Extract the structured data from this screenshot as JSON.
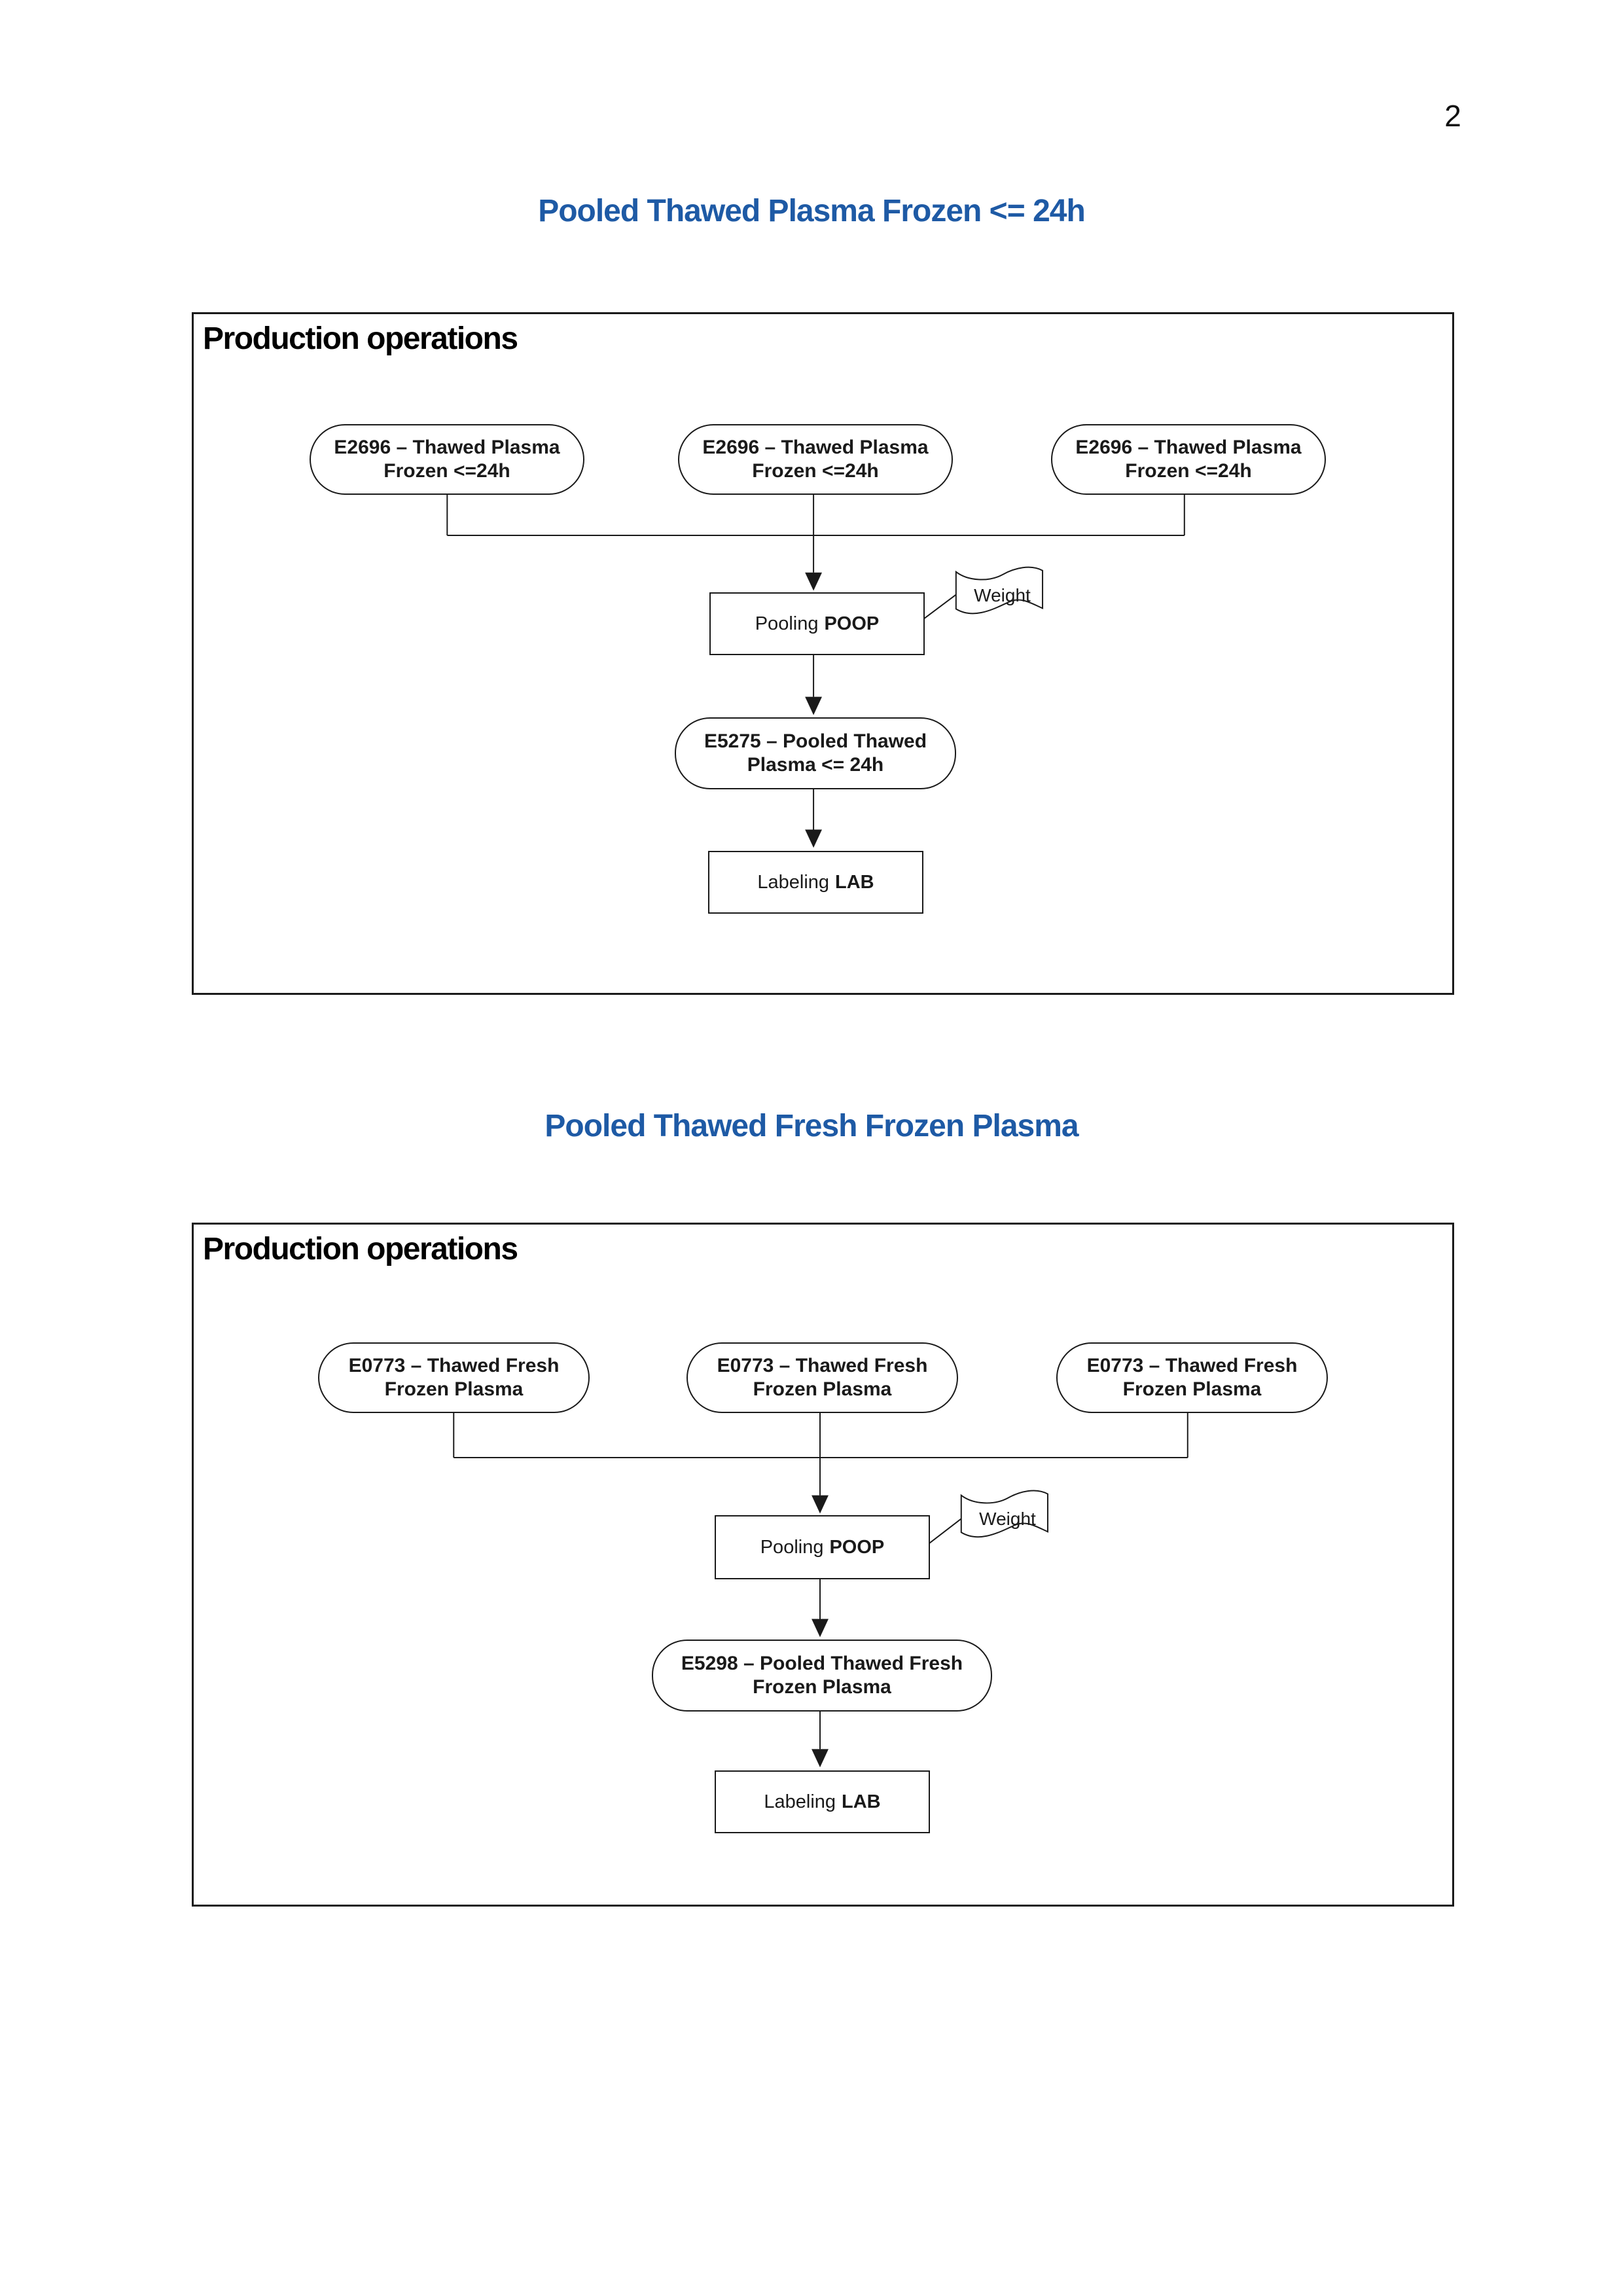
{
  "page": {
    "number": "2"
  },
  "colors": {
    "title_blue": "#1e5aa5",
    "line": "#1a1a1a"
  },
  "diagrams": [
    {
      "title": "Pooled Thawed Plasma Frozen <= 24h",
      "frame_label": "Production operations",
      "input": {
        "line1": "E2696 – Thawed Plasma",
        "line2": "Frozen <=24h"
      },
      "process": {
        "prefix": "Pooling",
        "code": "POOP"
      },
      "note": "Weight",
      "output": {
        "line1": "E5275 – Pooled Thawed",
        "line2": "Plasma <= 24h"
      },
      "final": {
        "prefix": "Labeling",
        "code": "LAB"
      }
    },
    {
      "title": "Pooled Thawed Fresh Frozen Plasma",
      "frame_label": "Production operations",
      "input": {
        "line1": "E0773 – Thawed Fresh",
        "line2": "Frozen Plasma"
      },
      "process": {
        "prefix": "Pooling",
        "code": "POOP"
      },
      "note": "Weight",
      "output": {
        "line1": "E5298 – Pooled Thawed Fresh",
        "line2": "Frozen Plasma"
      },
      "final": {
        "prefix": "Labeling",
        "code": "LAB"
      }
    }
  ]
}
